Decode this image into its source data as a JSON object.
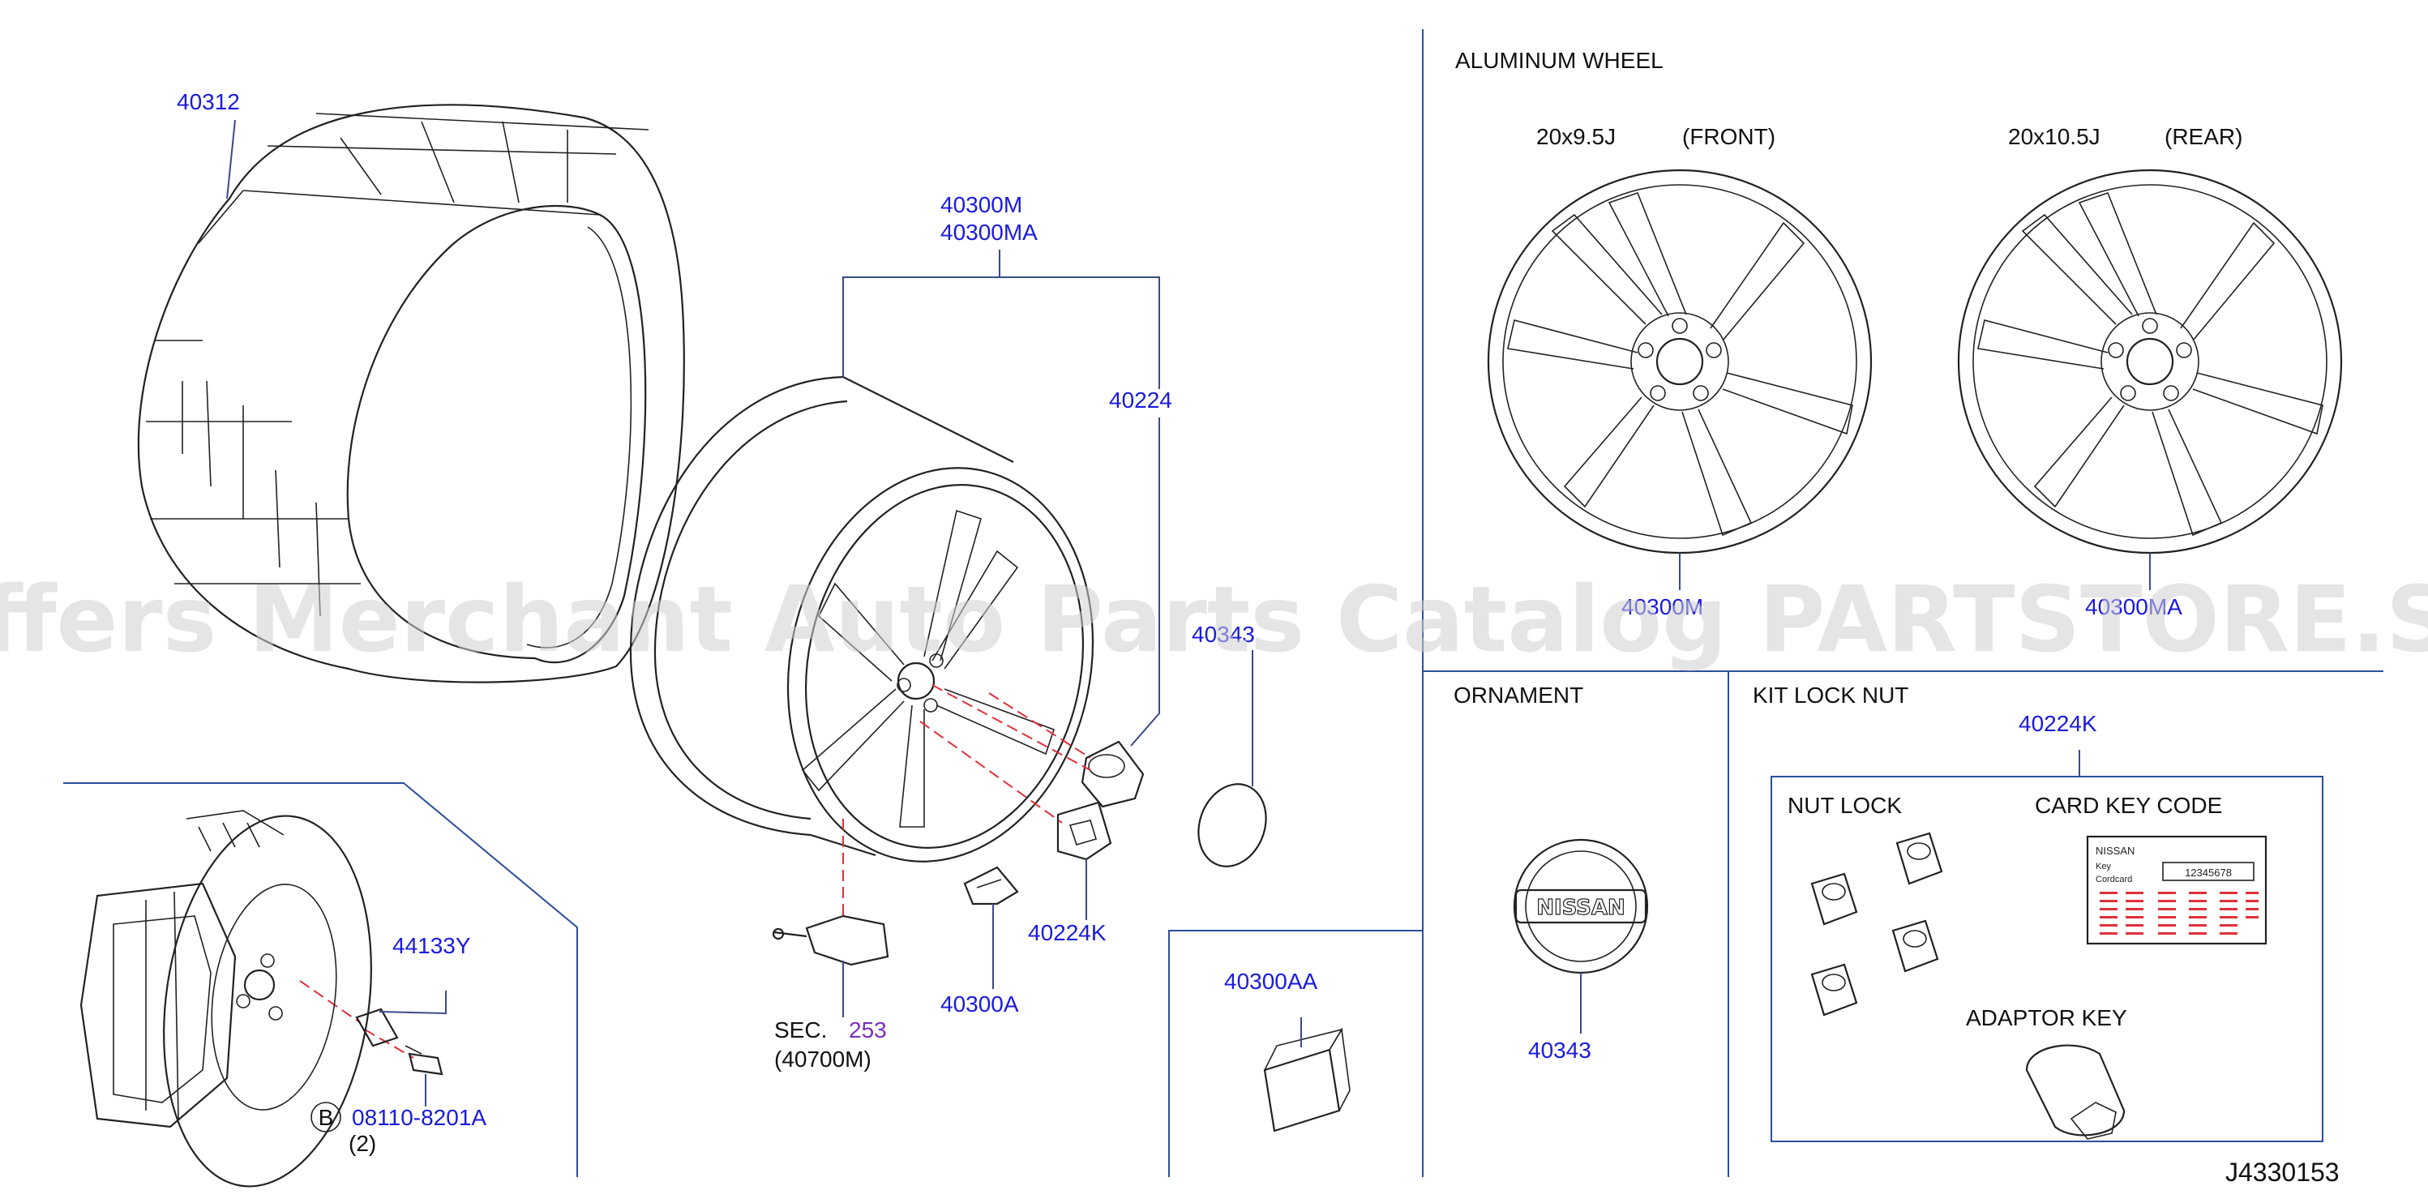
{
  "sections": {
    "aluminum_wheel": "ALUMINUM   WHEEL",
    "ornament": "ORNAMENT",
    "kit_lock_nut": "KIT   LOCK   NUT"
  },
  "wheel_sizes": {
    "front_size": "20x9.5J",
    "front_label": "(FRONT)",
    "rear_size": "20x10.5J",
    "rear_label": "(REAR)"
  },
  "parts": {
    "tire": "40312",
    "wheel_a": "40300M",
    "wheel_b": "40300MA",
    "nut": "40224",
    "ornament_callout": "40343",
    "lock_nut": "40224K",
    "sensor_sec": "SEC.",
    "sensor_sec_num": "253",
    "sensor_part": "(40700M)",
    "valve_bracket": "40300A",
    "spacer": "44133Y",
    "bolt_marker": "B",
    "bolt": "08110-8201A",
    "bolt_qty": "(2)",
    "front_wheel_callout": "40300M",
    "rear_wheel_callout": "40300MA",
    "weight": "40300AA",
    "ornament": "40343",
    "kit": "40224K",
    "nut_lock": "NUT   LOCK",
    "card_key_code": "CARD   KEY   CODE",
    "adaptor_key": "ADAPTOR   KEY"
  },
  "card": {
    "brand": "NISSAN",
    "line1": "Key",
    "line2": "Cordcard",
    "code": "12345678"
  },
  "ornament_logo": "NISSAN",
  "diagram_id": "J4330153",
  "watermark": "Offers Merchant Auto Parts Catalog PARTSTORE.SA"
}
